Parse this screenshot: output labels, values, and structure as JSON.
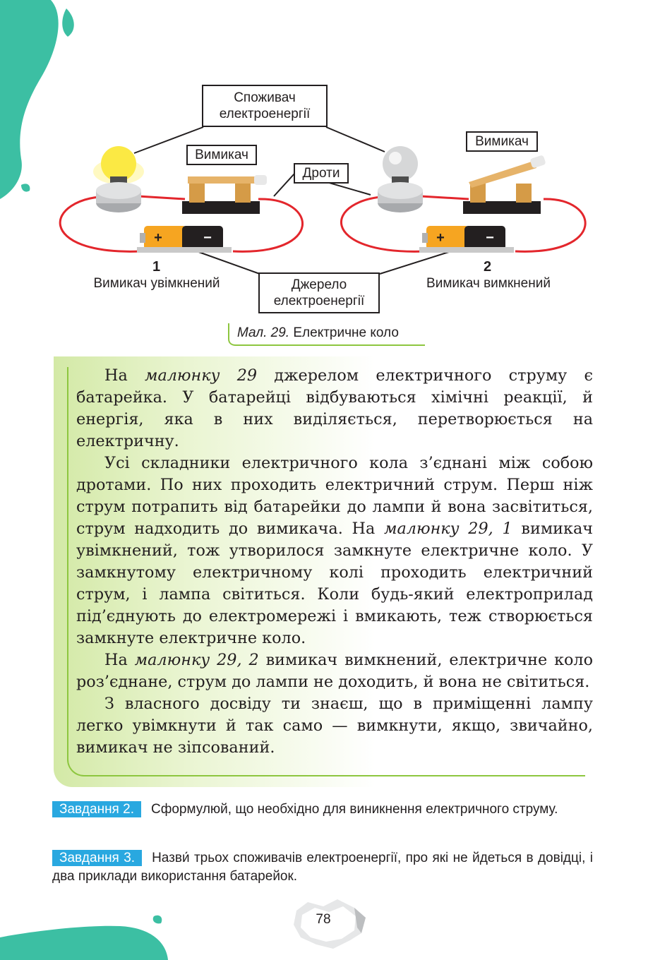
{
  "figure": {
    "label_consumer_1": "Споживач",
    "label_consumer_2": "електроенергії",
    "label_switch_left": "Вимикач",
    "label_switch_right": "Вимикач",
    "label_wires": "Дроти",
    "label_source_1": "Джерело",
    "label_source_2": "електроенергії",
    "num_1": "1",
    "num_2": "2",
    "caption_1": "Вимикач увімкнений",
    "caption_2": "Вимикач вимкнений",
    "battery_plus": "+",
    "battery_minus": "−",
    "fig_caption_italic": "Мал. 29.",
    "fig_caption_text": "Електричне коло"
  },
  "body": {
    "p1_a": "На ",
    "p1_em": "малюнку 29",
    "p1_b": " джерелом електричного струму є батарейка. У батарейці відбуваються хімічні реакції, й енергія, яка в них виділяється, перетворюється на електричну.",
    "p2_a": "Усі складники електричного кола з’єднані між собою дротами. По них проходить електричний струм. Перш ніж струм потрапить від батарейки до лампи й вона засвітиться, струм надходить до вимикача. На ",
    "p2_em": "малюнку 29, 1",
    "p2_b": " вимикач увімкнений, тож утворилося замкнуте електричне коло. У замкнутому електричному колі проходить електричний струм, і лампа світиться. Коли будь-який електроприлад під’єднують до електромережі і вмикають, теж створюється замкнуте електричне коло.",
    "p3_a": "На ",
    "p3_em": "малюнку 29, 2",
    "p3_b": " вимикач вимкнений, електричне коло роз’єднане, струм до лампи не доходить, й вона не світиться.",
    "p4": "З власного досвіду ти знаєш, що в приміщенні лампу легко увімкнути й так само — вимкнути, якщо, звичайно, вимикач не зіпсований."
  },
  "tasks": [
    {
      "badge": "Завдання 2.",
      "text": "Сформулюй, що необхідно для виникнення електричного струму."
    },
    {
      "badge": "Завдання 3.",
      "text": "Назви́ трьох споживачів електроенергії, про які не йдеться в довідці, і два приклади використання батарейок."
    }
  ],
  "page_number": "78",
  "colors": {
    "teal": "#3cbfa3",
    "wire": "#e3262c",
    "task_badge": "#29a8e0",
    "panel_green": "#d3e9a6",
    "panel_line": "#8dc63f"
  }
}
